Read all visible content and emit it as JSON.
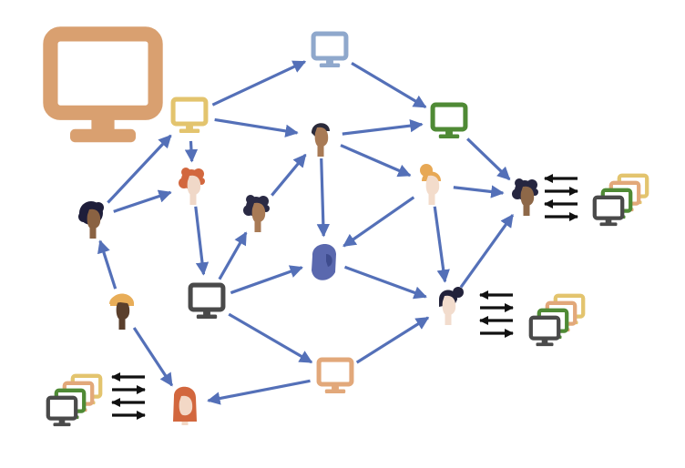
{
  "diagram": {
    "kind": "network",
    "colors": {
      "edge": "#5470b8",
      "exchange_arrow": "#111111",
      "monitor_large": "#d9a070",
      "monitor_blue": "#8fa8cc",
      "monitor_yellow": "#e3c46e",
      "monitor_green": "#4f8a35",
      "monitor_dark": "#4a4a4a",
      "monitor_peach": "#e2a87a"
    },
    "nodes": [
      {
        "id": "big-monitor",
        "type": "monitor",
        "variant": "large",
        "color": "monitor_large"
      },
      {
        "id": "monitor-top",
        "type": "monitor",
        "color": "monitor_blue"
      },
      {
        "id": "monitor-yellow",
        "type": "monitor",
        "color": "monitor_yellow"
      },
      {
        "id": "monitor-green",
        "type": "monitor",
        "color": "monitor_green"
      },
      {
        "id": "monitor-dark",
        "type": "monitor",
        "color": "monitor_dark"
      },
      {
        "id": "monitor-peach",
        "type": "monitor",
        "color": "monitor_peach"
      },
      {
        "id": "person-short-dark-center",
        "type": "person",
        "hair": "short",
        "hair_color": "#2a2a3a",
        "skin": "#a87a55"
      },
      {
        "id": "person-orange-curly",
        "type": "person",
        "hair": "curly",
        "hair_color": "#d2673e",
        "skin": "#f0d8c8"
      },
      {
        "id": "person-afro-left",
        "type": "person",
        "hair": "afro",
        "hair_color": "#1e1e3a",
        "skin": "#8a6242"
      },
      {
        "id": "person-curly-mid",
        "type": "person",
        "hair": "curly",
        "hair_color": "#2a2a44",
        "skin": "#a87a55"
      },
      {
        "id": "person-hijab",
        "type": "person",
        "hair": "hijab",
        "hair_color": "#5a68ae",
        "skin": "#5a68ae"
      },
      {
        "id": "person-blonde-bun",
        "type": "person",
        "hair": "bun",
        "hair_color": "#e7a855",
        "skin": "#f3dccb"
      },
      {
        "id": "person-curly-right",
        "type": "person",
        "hair": "curly",
        "hair_color": "#262640",
        "skin": "#8e6848"
      },
      {
        "id": "person-ponytail",
        "type": "person",
        "hair": "ponytail",
        "hair_color": "#22223a",
        "skin": "#f2dccd"
      },
      {
        "id": "person-headwrap",
        "type": "person",
        "hair": "headwrap",
        "hair_color": "#e8ad58",
        "skin": "#5a3f2c"
      },
      {
        "id": "person-redhead",
        "type": "person",
        "hair": "long",
        "hair_color": "#d2673e",
        "skin": "#f3d8c6"
      }
    ],
    "edges": [
      [
        "person-afro-left",
        "monitor-yellow"
      ],
      [
        "person-afro-left",
        "person-orange-curly"
      ],
      [
        "monitor-yellow",
        "person-orange-curly"
      ],
      [
        "monitor-yellow",
        "monitor-top"
      ],
      [
        "monitor-yellow",
        "person-short-dark-center"
      ],
      [
        "monitor-top",
        "monitor-green"
      ],
      [
        "person-short-dark-center",
        "monitor-green"
      ],
      [
        "person-short-dark-center",
        "person-blonde-bun"
      ],
      [
        "person-short-dark-center",
        "person-hijab"
      ],
      [
        "monitor-green",
        "person-curly-right"
      ],
      [
        "person-orange-curly",
        "monitor-dark"
      ],
      [
        "monitor-dark",
        "person-curly-mid"
      ],
      [
        "person-curly-mid",
        "person-short-dark-center"
      ],
      [
        "monitor-dark",
        "person-hijab"
      ],
      [
        "monitor-dark",
        "monitor-peach"
      ],
      [
        "person-blonde-bun",
        "person-curly-right"
      ],
      [
        "person-blonde-bun",
        "person-hijab"
      ],
      [
        "person-blonde-bun",
        "person-ponytail"
      ],
      [
        "person-hijab",
        "person-ponytail"
      ],
      [
        "person-ponytail",
        "person-curly-right"
      ],
      [
        "monitor-peach",
        "person-ponytail"
      ],
      [
        "monitor-peach",
        "person-redhead"
      ],
      [
        "person-headwrap",
        "person-afro-left"
      ],
      [
        "person-headwrap",
        "person-redhead"
      ]
    ],
    "device_stacks": [
      {
        "id": "stack-right-top",
        "colors": [
          "monitor_yellow",
          "monitor_peach",
          "monitor_green",
          "monitor_dark"
        ]
      },
      {
        "id": "stack-right-mid",
        "colors": [
          "monitor_yellow",
          "monitor_peach",
          "monitor_green",
          "monitor_dark"
        ]
      },
      {
        "id": "stack-bottom-left",
        "colors": [
          "monitor_yellow",
          "monitor_peach",
          "monitor_green",
          "monitor_dark"
        ]
      }
    ],
    "exchange_arrows": [
      {
        "id": "exchange-right-top",
        "stack": "stack-right-top",
        "directions": [
          "left",
          "right",
          "left",
          "right"
        ]
      },
      {
        "id": "exchange-right-mid",
        "stack": "stack-right-mid",
        "directions": [
          "left",
          "right",
          "left",
          "right"
        ]
      },
      {
        "id": "exchange-bottom-left",
        "stack": "stack-bottom-left",
        "directions": [
          "left",
          "right",
          "left",
          "right"
        ]
      }
    ]
  }
}
